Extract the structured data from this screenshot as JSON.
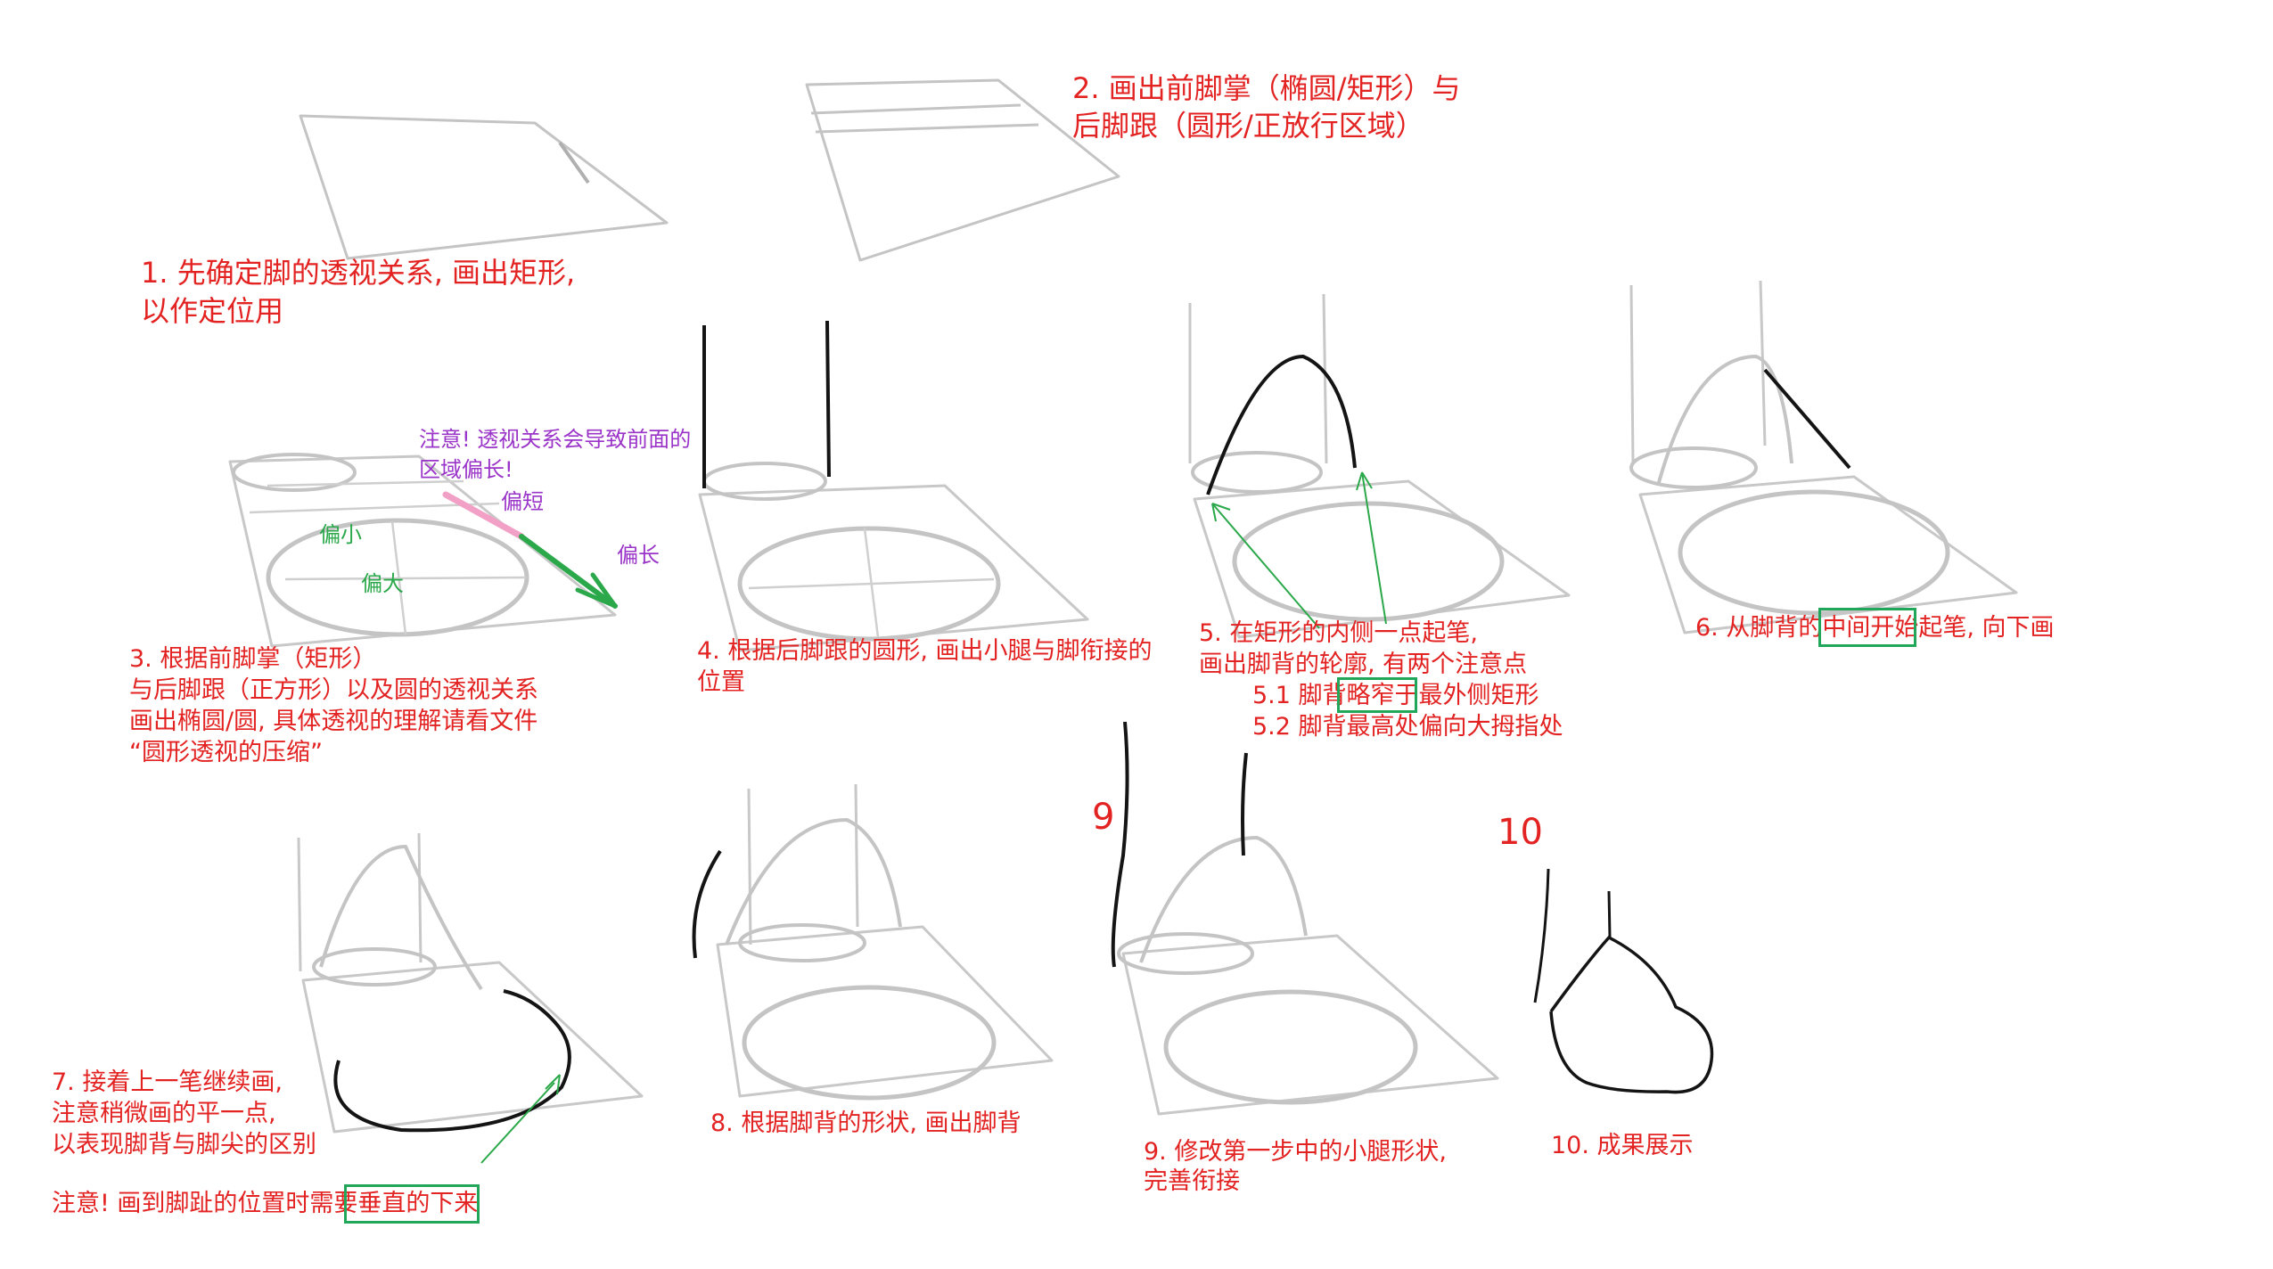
{
  "colors": {
    "annotation_red": "#e32222",
    "annotation_purple": "#9b34c8",
    "annotation_green": "#2aa84a",
    "highlight_box": "#21a65a",
    "guide_gray": "#c4c4c4",
    "stroke_black": "#141414",
    "pink_highlight": "#f2a0c6"
  },
  "steps": {
    "s1": {
      "line1": "1. 先确定脚的透视关系, 画出矩形,",
      "line2": "以作定位用"
    },
    "s2": {
      "line1": "2. 画出前脚掌（椭圆/矩形）与",
      "line2": "后脚跟（圆形/正放行区域）"
    },
    "s3": {
      "line1": "3. 根据前脚掌（矩形）",
      "line2": "与后脚跟（正方形）以及圆的透视关系",
      "line3": "画出椭圆/圆, 具体透视的理解请看文件",
      "line4": "“圆形透视的压缩”",
      "note_line1": "注意! 透视关系会导致前面的",
      "note_line2": "区域偏长!",
      "label_short": "偏短",
      "label_long": "偏长",
      "label_small": "偏小",
      "label_big": "偏大"
    },
    "s4": {
      "line1": "4. 根据后脚跟的圆形, 画出小腿与脚衔接的",
      "line2": "位置"
    },
    "s5": {
      "line1": "5. 在矩形的内侧一点起笔,",
      "line2": "画出脚背的轮廓, 有两个注意点",
      "line3": "5.1 脚背略窄于最外侧矩形",
      "line4": "5.2 脚背最高处偏向大拇指处"
    },
    "s6": {
      "line1": "6. 从脚背的中间开始起笔, 向下画"
    },
    "s7": {
      "line1": "7. 接着上一笔继续画,",
      "line2": "注意稍微画的平一点,",
      "line3": "以表现脚背与脚尖的区别",
      "note": "注意! 画到脚趾的位置时需要垂直的下来"
    },
    "s8": {
      "line1": "8. 根据脚背的形状, 画出脚背"
    },
    "s9": {
      "line1": "9. 修改第一步中的小腿形状,",
      "line2": "完善衔接",
      "big_number": "9"
    },
    "s10": {
      "line1": "10. 成果展示",
      "big_number": "10"
    }
  }
}
